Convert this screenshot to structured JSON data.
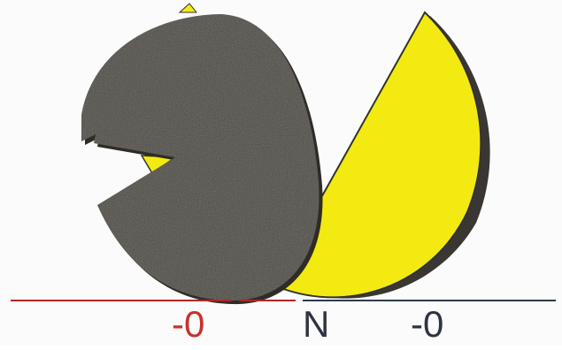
{
  "figure": {
    "labels": {
      "left": "-0",
      "middle": "N",
      "right": "-0"
    },
    "colors": {
      "dark_disk": "#4d4a43",
      "dark_disk_shadow": "#2f2c27",
      "yellow_wedge": "#f3ea12",
      "yellow_outline": "#333333",
      "left_line": "#b02525",
      "right_line": "#2f3b4c",
      "label_left": "#c8322c",
      "label_middle": "#2e3442",
      "label_right": "#2e3442",
      "background": "#fbfbfb"
    }
  }
}
